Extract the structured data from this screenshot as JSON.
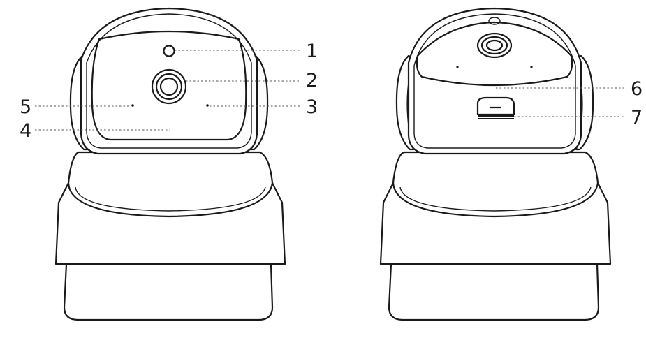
{
  "callouts": [
    {
      "id": "1",
      "text": "1"
    },
    {
      "id": "2",
      "text": "2"
    },
    {
      "id": "3",
      "text": "3"
    },
    {
      "id": "4",
      "text": "4"
    },
    {
      "id": "5",
      "text": "5"
    },
    {
      "id": "6",
      "text": "6"
    },
    {
      "id": "7",
      "text": "7"
    }
  ],
  "colors": {
    "line": "#1a1a1a",
    "leader": "#555555",
    "background": "#ffffff"
  }
}
